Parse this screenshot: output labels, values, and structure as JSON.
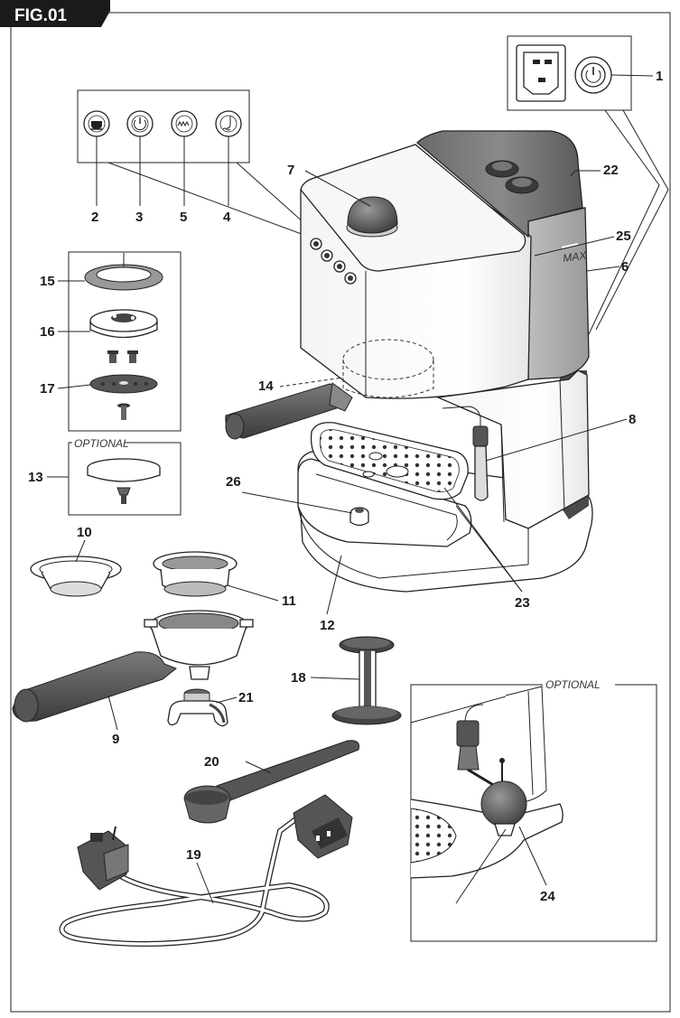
{
  "figure": {
    "title": "FIG.01",
    "optional_label": "OPTIONAL",
    "max_mark": "MAX"
  },
  "callouts": {
    "c1": "1",
    "c2": "2",
    "c3": "3",
    "c4": "4",
    "c5": "5",
    "c6": "6",
    "c7": "7",
    "c8": "8",
    "c9": "9",
    "c10": "10",
    "c11": "11",
    "c12": "12",
    "c13": "13",
    "c14": "14",
    "c15": "15",
    "c16": "16",
    "c17": "17",
    "c18": "18",
    "c19": "19",
    "c20": "20",
    "c21": "21",
    "c22": "22",
    "c23": "23",
    "c24": "24",
    "c25": "25",
    "c26": "26"
  },
  "icons": {
    "power_socket": "iec-power-inlet-icon",
    "power_button": "power-icon",
    "cup_button": "coffee-cup-icon",
    "steam_button": "steam-icon",
    "heat_button": "heating-icon"
  }
}
